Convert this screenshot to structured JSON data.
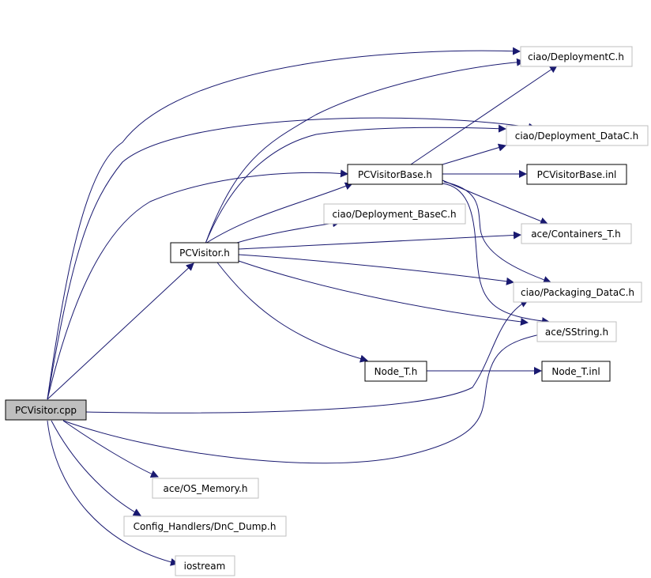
{
  "colors": {
    "edge": "#191970",
    "root_fill": "#bfbfbf",
    "box_border": "#000000",
    "external_border": "#bfbfbf",
    "text": "#000000"
  },
  "nodes": {
    "pcvisitor_cpp": "PCVisitor.cpp",
    "pcvisitor_h": "PCVisitor.h",
    "pcvisitorbase_h": "PCVisitorBase.h",
    "pcvisitorbase_inl": "PCVisitorBase.inl",
    "deploymentc_h": "ciao/DeploymentC.h",
    "deployment_datac_h": "ciao/Deployment_DataC.h",
    "deployment_basec_h": "ciao/Deployment_BaseC.h",
    "containers_t_h": "ace/Containers_T.h",
    "packaging_datac_h": "ciao/Packaging_DataC.h",
    "sstring_h": "ace/SString.h",
    "node_t_h": "Node_T.h",
    "node_t_inl": "Node_T.inl",
    "os_memory_h": "ace/OS_Memory.h",
    "dnc_dump_h": "Config_Handlers/DnC_Dump.h",
    "iostream": "iostream"
  }
}
